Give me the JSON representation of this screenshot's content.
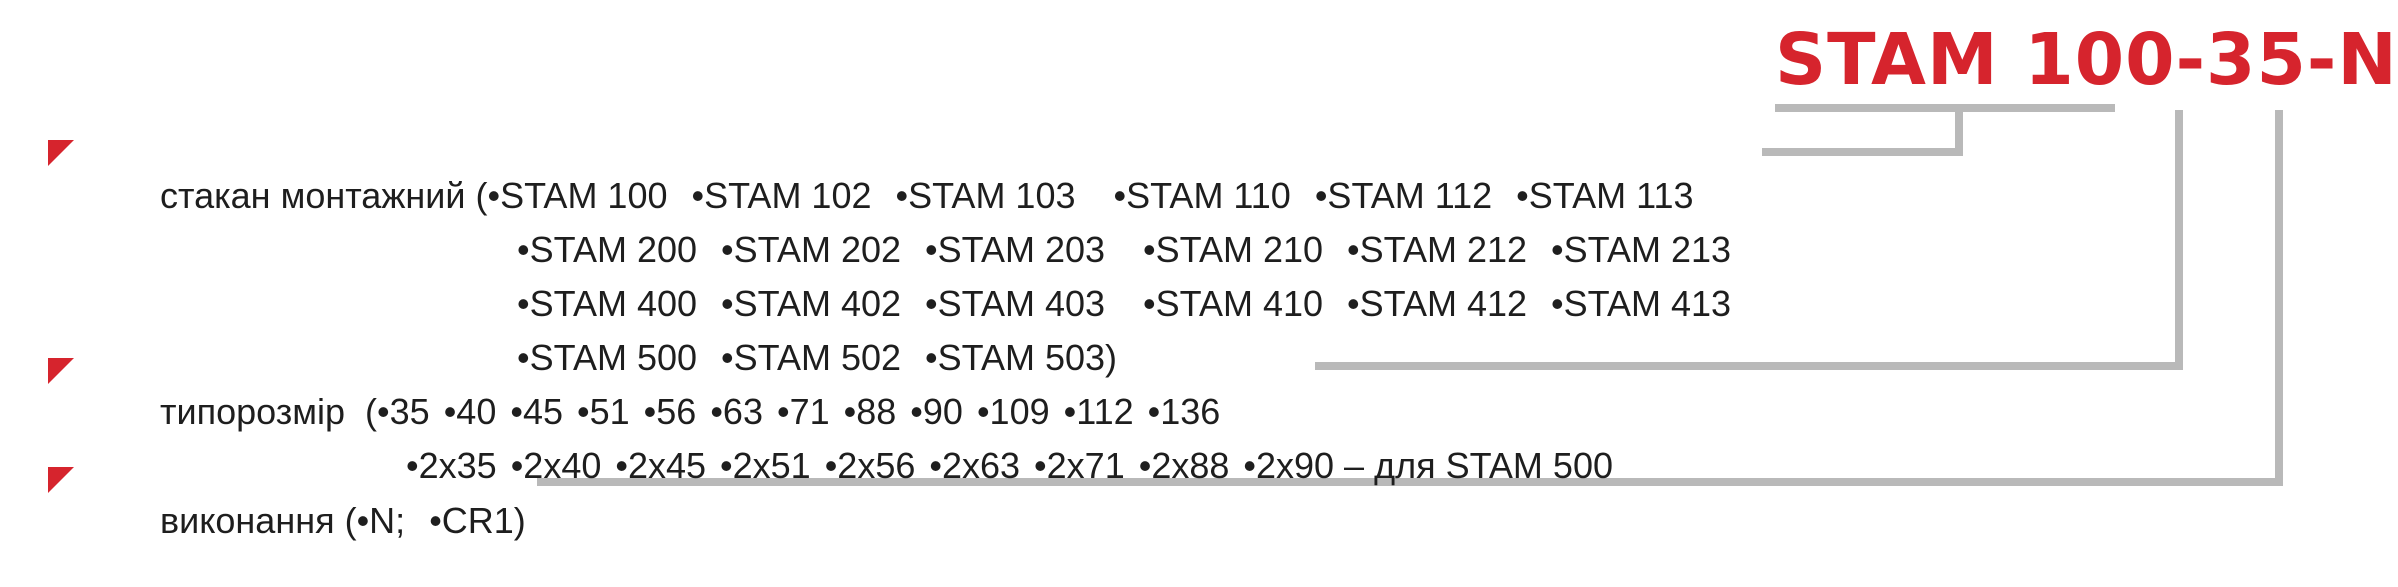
{
  "designation": {
    "code": "STAM 100-35-N"
  },
  "parameters": [
    {
      "label": "стакан монтажний (",
      "option_rows": [
        [
          "•STAM 100",
          "•STAM 102",
          "•STAM 103",
          "•STAM 110",
          "•STAM 112",
          "•STAM 113"
        ],
        [
          "•STAM 200",
          "•STAM 202",
          "•STAM 203",
          "•STAM 210",
          "•STAM 212",
          "•STAM 213"
        ],
        [
          "•STAM 400",
          "•STAM 402",
          "•STAM 403",
          "•STAM 410",
          "•STAM 412",
          "•STAM 413"
        ],
        [
          "•STAM 500",
          "•STAM 502",
          "•STAM 503)"
        ]
      ]
    },
    {
      "label": "типорозмір  (",
      "option_rows": [
        [
          "•35",
          "•40",
          "•45",
          "•51",
          "•56",
          "•63",
          "•71",
          "•88",
          "•90",
          "•109",
          "•112",
          "•136"
        ],
        [
          "•2x35",
          "•2x40",
          "•2x45",
          "•2x51",
          "•2x56",
          "•2x63",
          "•2x71",
          "•2x88",
          "•2x90 – для STAM 500"
        ]
      ]
    },
    {
      "label": "виконання (",
      "option_rows": [
        [
          "•N;",
          "•CR1)"
        ]
      ]
    }
  ],
  "colors": {
    "accent": "#d6242d",
    "connector": "#b9b9b9",
    "text": "#1e1e1e"
  },
  "icons": {
    "bullet": "red-triangle-marker-icon"
  }
}
